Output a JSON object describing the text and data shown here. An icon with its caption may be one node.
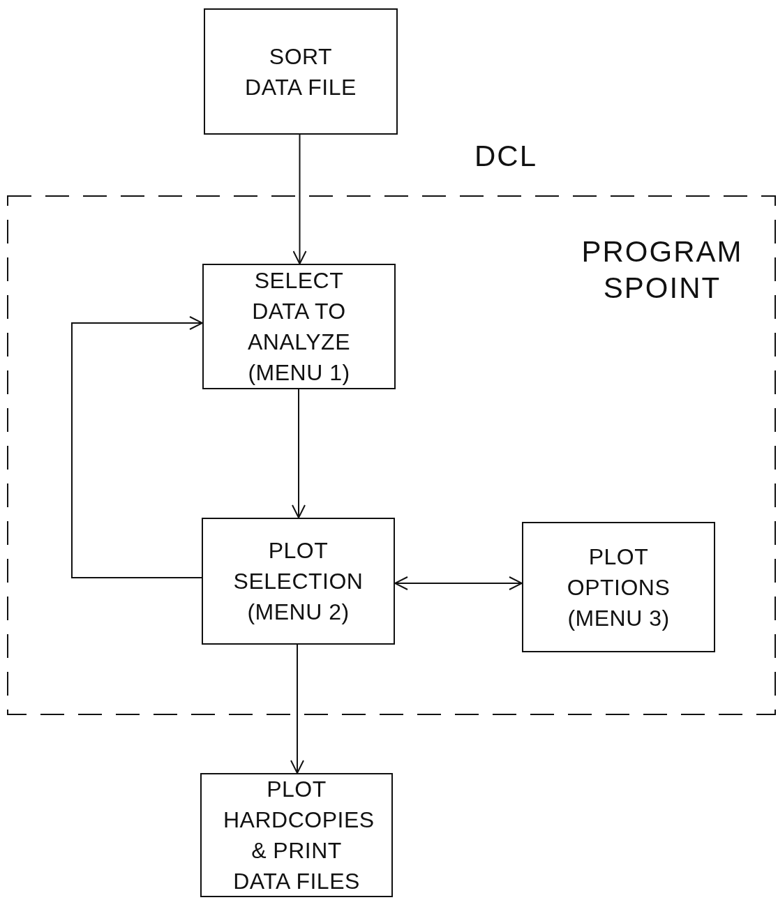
{
  "diagram": {
    "nodes": [
      {
        "text": [
          "SORT DATA FILE"
        ]
      },
      {
        "text": [
          "PROGRAM SPOINT"
        ]
      },
      {
        "text": [
          "SELECT DATA TO ANALYZE (MENU 1)"
        ],
        "in": 1
      },
      {
        "text": [
          "PLOT SELECTION (MENU 2)"
        ],
        "in": 1
      },
      {
        "text": [
          "PLOT OPTIONS (MENU 3)"
        ],
        "in": 1
      },
      {
        "text": [
          "PLOT HARDCOPIES & PRINT DATA FILES"
        ]
      }
    ],
    "edges": [
      {
        "from": 0,
        "to": 2,
        "arrow": "to"
      },
      {
        "from": 2,
        "to": 3,
        "arrow": "to"
      },
      {
        "from": 3,
        "to": 2,
        "arrow": "to"
      },
      {
        "from": 3,
        "to": 4,
        "arrow": "both"
      },
      {
        "from": 3,
        "to": 5,
        "arrow": "to"
      }
    ],
    "labels": [
      "DCL"
    ]
  }
}
